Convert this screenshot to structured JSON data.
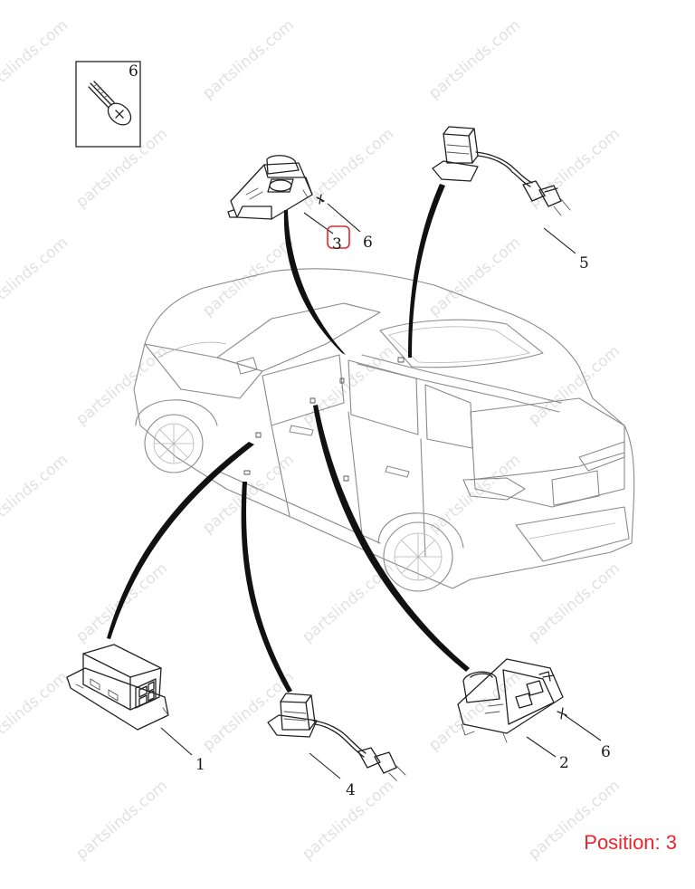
{
  "callouts": {
    "c1": "1",
    "c2": "2",
    "c3": "3",
    "c4": "4",
    "c5": "5",
    "c6_inset": "6",
    "c6_top": "6",
    "c6_bottom": "6"
  },
  "watermark": "partslinds.com",
  "position_label": "Position: 3",
  "colors": {
    "highlight": "#e8262c",
    "line": "#222222",
    "car_outline": "#8a8a8a",
    "watermark": "#c9c9c9"
  }
}
